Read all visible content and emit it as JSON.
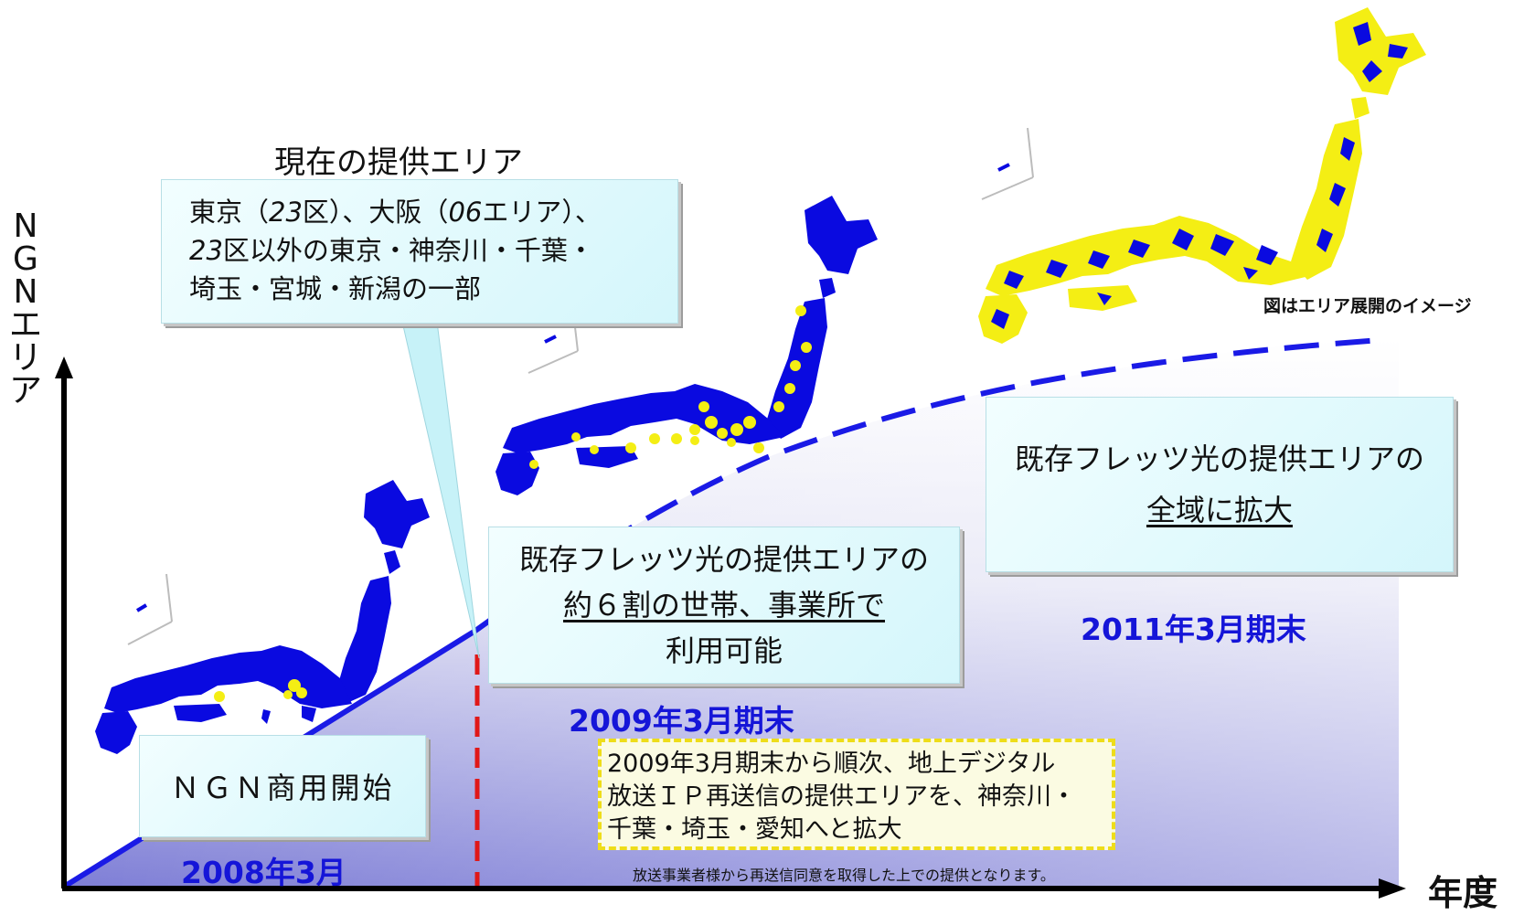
{
  "axis": {
    "y_label_chars": [
      "N",
      "G",
      "N",
      "エ",
      "リ",
      "ア"
    ],
    "x_label": "年度"
  },
  "current_area": {
    "title": "現在の提供エリア",
    "line1_a": "東京（",
    "line1_num": "23",
    "line1_b": "区）、大阪（",
    "line1_num2": "06",
    "line1_c": "エリア）、",
    "line2_num": "23",
    "line2_rest": "区以外の東京・神奈川・千葉・",
    "line3": "埼玉・宮城・新潟の一部"
  },
  "milestones": {
    "start_label": "ＮＧＮ商用開始",
    "start_date": "2008年3月",
    "mid_line1": "既存フレッツ光の提供エリアの",
    "mid_line2": "約６割の世帯、事業所で",
    "mid_line3": "利用可能",
    "mid_date": "2009年3月期末",
    "end_line1": "既存フレッツ光の提供エリアの",
    "end_line2": "全域に拡大",
    "end_date": "2011年3月期末"
  },
  "ip_note": {
    "line1": "2009年3月期末から順次、地上デジタル",
    "line2": "放送ＩＰ再送信の提供エリアを、神奈川・",
    "line3": "千葉・埼玉・愛知へと拡大",
    "footnote": "放送事業者様から再送信同意を取得した上での提供となります。"
  },
  "map_caption": "図はエリア展開のイメージ",
  "colors": {
    "map_blue": "#0a0ae0",
    "coverage_yellow": "#f4ee14",
    "growth_line": "#1a1ae6",
    "milestone_dash": "#e01818",
    "date_text": "#1515d8"
  }
}
